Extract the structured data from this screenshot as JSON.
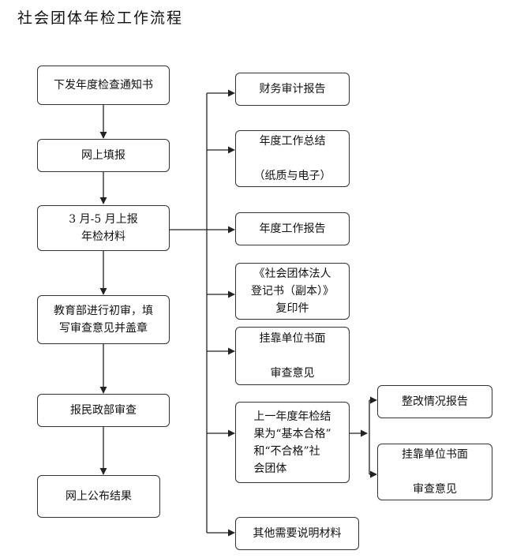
{
  "title": "社会团体年检工作流程",
  "nodes": {
    "notify": "下发年度检查通知书",
    "online_fill": "网上填报",
    "submit": "3 月-5 月上报\n年检材料",
    "initial_review": "教育部进行初审，填\n写审查意见并盖章",
    "ministry_review": "报民政部审查",
    "publish": "网上公布结果",
    "audit": "财务审计报告",
    "summary": "年度工作总结\n\n（纸质与电子）",
    "work_report": "年度工作报告",
    "certificate_copy": "《社会团体法人\n登记书（副本）》\n复印件",
    "affiliate_opinion": "挂靠单位书面\n\n审查意见",
    "basic_pass": "上一年度年检结\n果为“基本合格”\n和“不合格”社\n会团体",
    "rectify_report": "整改情况报告",
    "affiliate_opinion_2": "挂靠单位书面\n\n审查意见",
    "other": "其他需要说明材料"
  }
}
